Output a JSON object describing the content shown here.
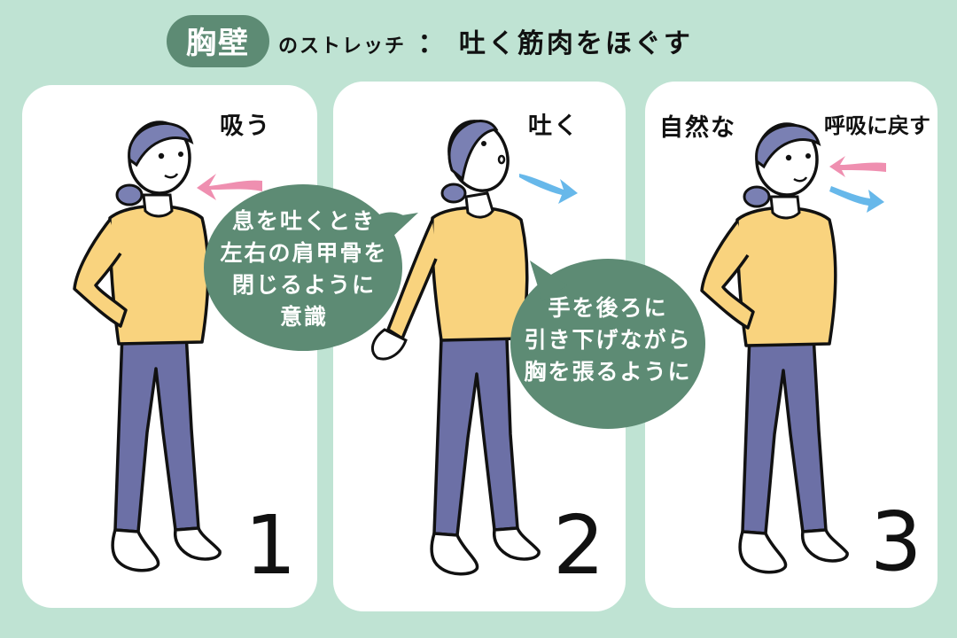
{
  "title": {
    "highlight": "胸壁",
    "connector": "のストレッチ",
    "separator": "：",
    "subtitle": "吐く筋肉をほぐす"
  },
  "colors": {
    "background": "#bfe3d3",
    "panel": "#ffffff",
    "bubble": "#5d8b74",
    "shirt": "#f9d37e",
    "pants": "#6c70a6",
    "hair": "#7a80b3",
    "inhale_arrow": "#ef8fb0",
    "exhale_arrow": "#67b8ea",
    "ink": "#111111"
  },
  "panels": [
    {
      "number": "1",
      "caption": "吸う",
      "arrow": "inhale-arrow",
      "pose": "hands-on-hips, facing right"
    },
    {
      "number": "2",
      "caption": "吐く",
      "arrow": "exhale-arrow",
      "pose": "looking up, hands clasped behind back",
      "bubbles": [
        {
          "lines": [
            "息を吐くとき",
            "左右の肩甲骨を",
            "閉じるように",
            "意識"
          ]
        },
        {
          "lines": [
            "手を後ろに",
            "引き下げながら",
            "胸を張るように"
          ]
        }
      ]
    },
    {
      "number": "3",
      "caption_left": "自然な",
      "caption_right": "呼吸に戻す",
      "arrows": [
        "inhale-arrow",
        "exhale-arrow"
      ],
      "pose": "hands-on-hips, smiling"
    }
  ]
}
